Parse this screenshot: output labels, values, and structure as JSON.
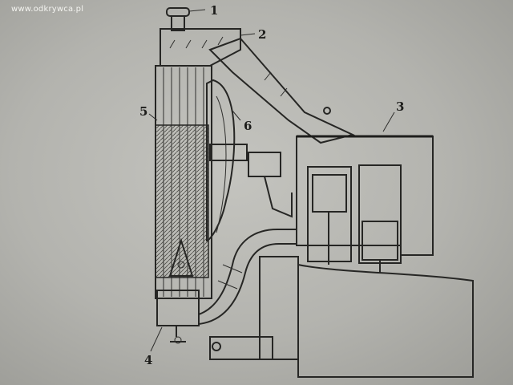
{
  "watermark": "www.odkrywca.pl",
  "labels": {
    "l1": "1",
    "l2": "2",
    "l3": "3",
    "l4": "4",
    "l5": "5",
    "l6": "6"
  },
  "colors": {
    "paper": "#b9b9b4",
    "ink": "#262624",
    "hatch": "#6c6c68"
  }
}
